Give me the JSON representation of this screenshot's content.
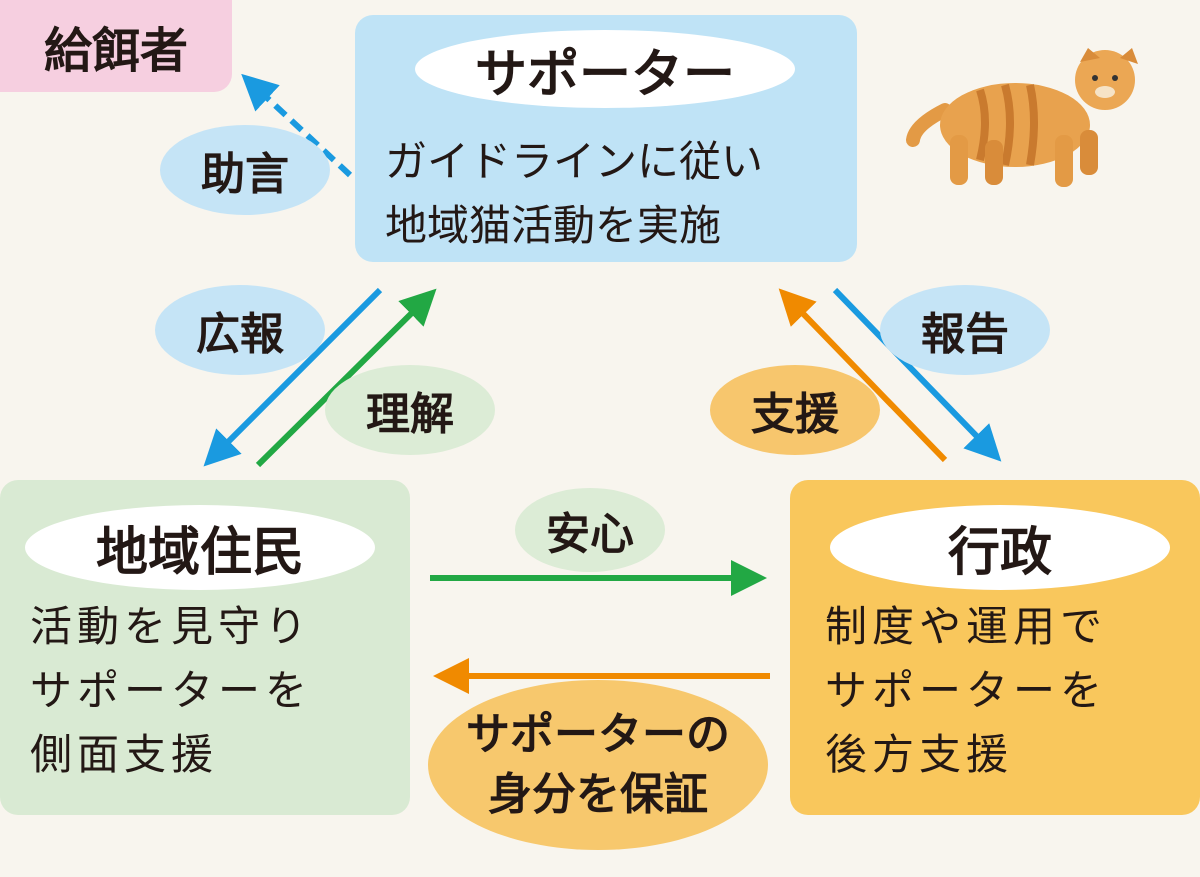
{
  "feeder": {
    "label": "給餌者"
  },
  "supporter": {
    "title": "サポーター",
    "lines": [
      "ガイドラインに従い",
      "地域猫活動を実施"
    ]
  },
  "residents": {
    "title": "地域住民",
    "lines": [
      "活動を見守り",
      "サポーターを",
      "側面支援"
    ]
  },
  "government": {
    "title": "行政",
    "lines": [
      "制度や運用で",
      "サポーターを",
      "後方支援"
    ]
  },
  "bubbles": {
    "advice": "助言",
    "publicity": "広報",
    "understanding": "理解",
    "support": "支援",
    "report": "報告",
    "reassurance": "安心",
    "guarantee": [
      "サポーターの",
      "身分を保証"
    ]
  },
  "colors": {
    "blue": "#1a9ae0",
    "green": "#22a844",
    "orange": "#f08a00",
    "top_box": "#bfe3f6",
    "left_box": "#d9ead3",
    "right_box": "#f9c75c",
    "pink": "#f6cfe0"
  }
}
